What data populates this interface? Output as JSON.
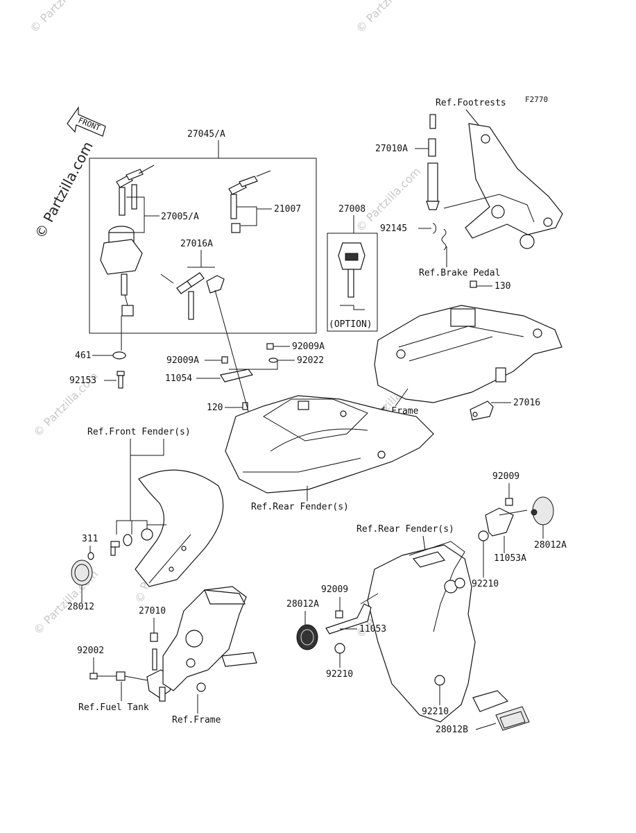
{
  "diagram_code": "F2770",
  "watermark": "© Partzilla.com",
  "front_arrow_label": "FRONT",
  "labels": {
    "kit_27045": "27045/A",
    "p27005": "27005/A",
    "p21007": "21007",
    "p27016A": "27016A",
    "p461": "461",
    "p92153": "92153",
    "p27008": "27008",
    "option": "(OPTION)",
    "ref_footrests": "Ref.Footrests",
    "p27010A": "27010A",
    "p92145": "92145",
    "ref_brake_pedal": "Ref.Brake Pedal",
    "p130": "130",
    "p92009A_1": "92009A",
    "p92009A_2": "92009A",
    "p92022": "92022",
    "p11054": "11054",
    "p120": "120",
    "ref_frame_1": "Ref.Frame",
    "p27016": "27016",
    "ref_front_fender": "Ref.Front Fender(s)",
    "ref_rear_fender_1": "Ref.Rear Fender(s)",
    "p92009_1": "92009",
    "ref_rear_fender_2": "Ref.Rear Fender(s)",
    "p28012A_1": "28012A",
    "p11053A": "11053A",
    "p311": "311",
    "p92210_1": "92210",
    "p28012": "28012",
    "p92009_2": "92009",
    "p28012A_2": "28012A",
    "p11053": "11053",
    "p27010": "27010",
    "p92002": "92002",
    "p92210_2": "92210",
    "ref_fuel_tank": "Ref.Fuel Tank",
    "ref_frame_2": "Ref.Frame",
    "p92210_3": "92210",
    "p28012B": "28012B"
  }
}
